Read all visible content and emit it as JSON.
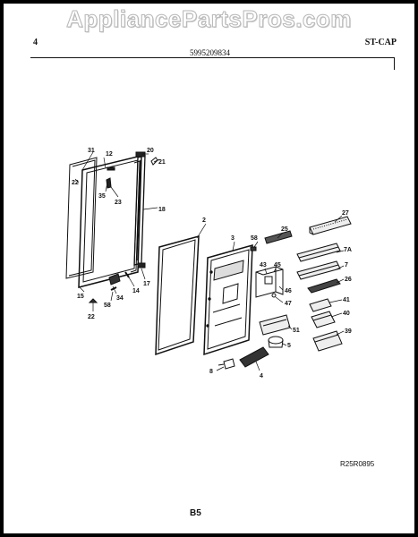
{
  "watermark": "AppliancePartsPros.com",
  "header": {
    "page_number": "4",
    "part_number": "5995209834",
    "model_code": "ST-CAP"
  },
  "footer": {
    "diagram_code": "R25R0895",
    "page_code": "B5"
  },
  "callouts": {
    "c31": "31",
    "c12": "12",
    "c22a": "22",
    "c35": "35",
    "c23": "23",
    "c20": "20",
    "c21": "21",
    "c18": "18",
    "c15": "15",
    "c34": "34",
    "c58a": "58",
    "c22b": "22",
    "c14": "14",
    "c17": "17",
    "c2": "2",
    "c3": "3",
    "c58b": "58",
    "c25": "25",
    "c27": "27",
    "c7A": "7A",
    "c7": "7",
    "c26": "26",
    "c43": "43",
    "c45": "45",
    "c46": "46",
    "c47": "47",
    "c41": "41",
    "c40": "40",
    "c39": "39",
    "c51": "51",
    "c5": "5",
    "c4": "4",
    "c8": "8"
  }
}
